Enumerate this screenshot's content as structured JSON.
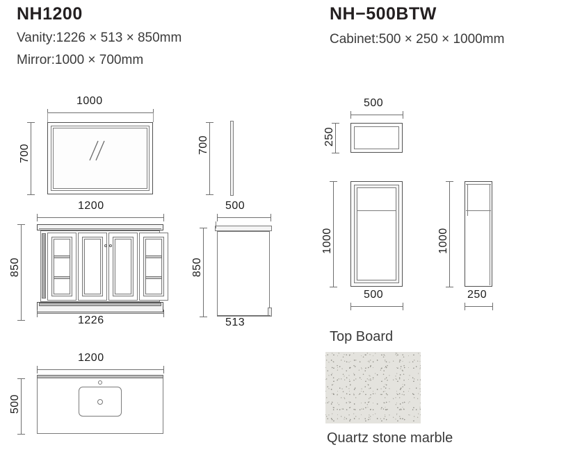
{
  "products": [
    {
      "code": "NH1200",
      "specs": [
        "Vanity:1226 × 513 × 850mm",
        "Mirror:1000 × 700mm"
      ],
      "views": {
        "mirror_front": {
          "width": "1000",
          "height": "700"
        },
        "mirror_side": {
          "height": "700"
        },
        "vanity_front": {
          "top_width": "1200",
          "height": "850",
          "base_width": "1226"
        },
        "vanity_side": {
          "top_depth": "500",
          "height": "850",
          "base_depth": "513"
        },
        "counter_top_plan": {
          "width": "1200",
          "depth": "500"
        }
      }
    },
    {
      "code": "NH−500BTW",
      "specs": [
        "Cabinet:500 × 250 × 1000mm"
      ],
      "views": {
        "cabinet_plan": {
          "width": "500",
          "depth": "250"
        },
        "cabinet_front": {
          "height": "1000",
          "width": "500"
        },
        "cabinet_side": {
          "height": "1000",
          "depth": "250"
        }
      },
      "material": {
        "heading": "Top Board",
        "caption": "Quartz stone marble",
        "swatch_color": "#e4e3de"
      }
    }
  ]
}
